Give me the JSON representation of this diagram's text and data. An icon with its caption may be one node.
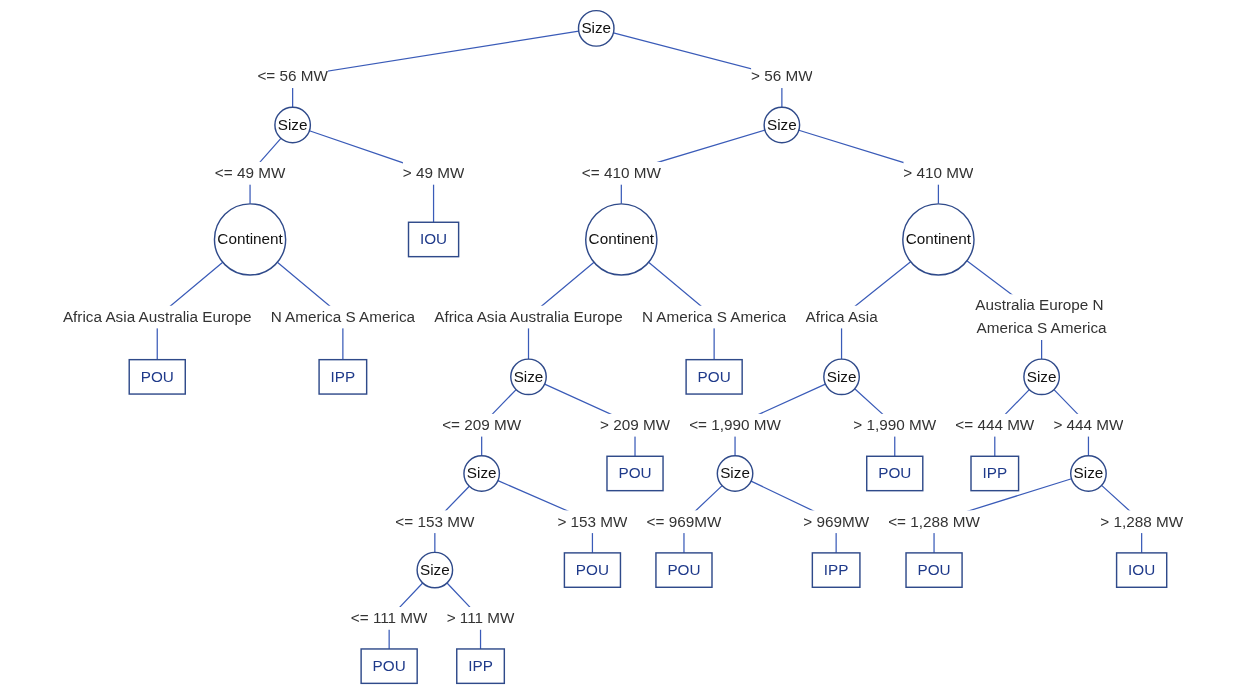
{
  "diagram": {
    "nodes": [
      {
        "text": [
          "Size"
        ]
      },
      {
        "text": [
          "Size"
        ]
      },
      {
        "text": [
          "Continent"
        ]
      },
      {
        "text": [
          "IOU"
        ]
      },
      {
        "text": [
          "POU"
        ]
      },
      {
        "text": [
          "IPP"
        ]
      },
      {
        "text": [
          "Size"
        ]
      },
      {
        "text": [
          "Continent"
        ]
      },
      {
        "text": [
          "Size"
        ]
      },
      {
        "text": [
          "POU"
        ]
      },
      {
        "text": [
          "Size"
        ]
      },
      {
        "text": [
          "POU"
        ]
      },
      {
        "text": [
          "Size"
        ]
      },
      {
        "text": [
          "POU"
        ]
      },
      {
        "text": [
          "POU"
        ]
      },
      {
        "text": [
          "IPP"
        ]
      },
      {
        "text": [
          "Continent"
        ]
      },
      {
        "text": [
          "Size"
        ]
      },
      {
        "text": [
          "Size"
        ]
      },
      {
        "text": [
          "Size"
        ]
      },
      {
        "text": [
          "POU"
        ]
      },
      {
        "text": [
          "POU"
        ]
      },
      {
        "text": [
          "IPP"
        ]
      },
      {
        "text": [
          "IPP"
        ]
      },
      {
        "text": [
          "Size"
        ]
      },
      {
        "text": [
          "POU"
        ]
      },
      {
        "text": [
          "IOU"
        ]
      }
    ],
    "edges": [
      {
        "from": 0,
        "to": 1,
        "arrow": "none",
        "label": "<= 56 MW"
      },
      {
        "from": 0,
        "to": 6,
        "arrow": "none",
        "label": "> 56 MW"
      },
      {
        "from": 1,
        "to": 2,
        "arrow": "none",
        "label": "<= 49 MW"
      },
      {
        "from": 1,
        "to": 3,
        "arrow": "none",
        "label": "> 49 MW"
      },
      {
        "from": 2,
        "to": 4,
        "arrow": "none",
        "label": "Africa Asia Australia Europe"
      },
      {
        "from": 2,
        "to": 5,
        "arrow": "none",
        "label": "N America S America"
      },
      {
        "from": 6,
        "to": 7,
        "arrow": "none",
        "label": "<= 410 MW"
      },
      {
        "from": 6,
        "to": 16,
        "arrow": "none",
        "label": "> 410 MW"
      },
      {
        "from": 7,
        "to": 8,
        "arrow": "none",
        "label": "Africa Asia Australia Europe"
      },
      {
        "from": 7,
        "to": 9,
        "arrow": "none",
        "label": "N America S America"
      },
      {
        "from": 8,
        "to": 10,
        "arrow": "none",
        "label": "<= 209 MW"
      },
      {
        "from": 8,
        "to": 11,
        "arrow": "none",
        "label": "> 209 MW"
      },
      {
        "from": 10,
        "to": 12,
        "arrow": "none",
        "label": "<= 153 MW"
      },
      {
        "from": 10,
        "to": 13,
        "arrow": "none",
        "label": "> 153 MW"
      },
      {
        "from": 12,
        "to": 14,
        "arrow": "none",
        "label": "<= 111 MW"
      },
      {
        "from": 12,
        "to": 15,
        "arrow": "none",
        "label": "> 111 MW"
      },
      {
        "from": 16,
        "to": 17,
        "arrow": "none",
        "label": "Africa Asia"
      },
      {
        "from": 16,
        "to": 18,
        "arrow": "none",
        "label": "Australia Europe N America S America"
      },
      {
        "from": 17,
        "to": 19,
        "arrow": "none",
        "label": "<= 1,990 MW"
      },
      {
        "from": 17,
        "to": 20,
        "arrow": "none",
        "label": "> 1,990 MW"
      },
      {
        "from": 19,
        "to": 21,
        "arrow": "none",
        "label": "<= 969MW"
      },
      {
        "from": 19,
        "to": 22,
        "arrow": "none",
        "label": "> 969MW"
      },
      {
        "from": 18,
        "to": 23,
        "arrow": "none",
        "label": "<= 444 MW"
      },
      {
        "from": 18,
        "to": 24,
        "arrow": "none",
        "label": "> 444 MW"
      },
      {
        "from": 24,
        "to": 25,
        "arrow": "none",
        "label": "<= 1,288 MW"
      },
      {
        "from": 24,
        "to": 26,
        "arrow": "none",
        "label": "> 1,288 MW"
      }
    ]
  }
}
